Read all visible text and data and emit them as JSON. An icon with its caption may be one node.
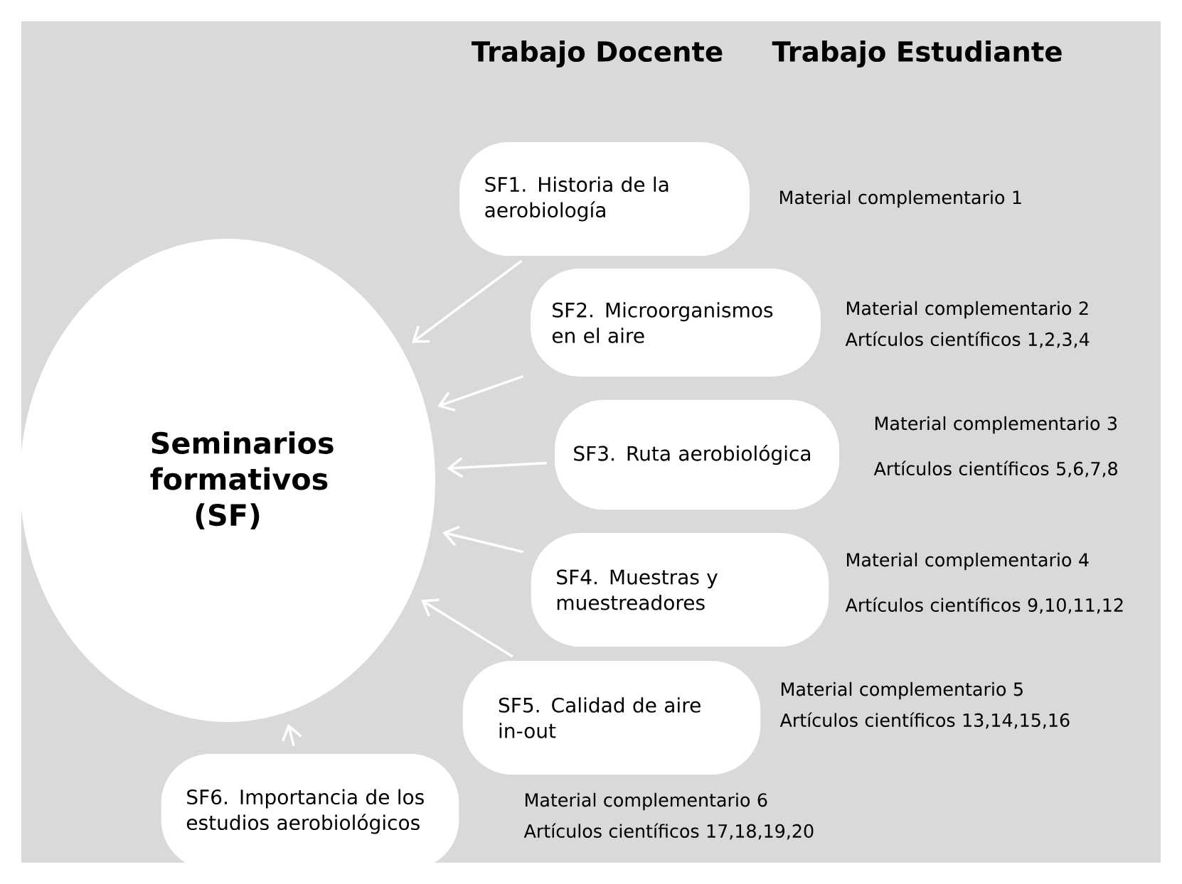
{
  "diagram": {
    "nodes": [
      {
        "text": [
          "Seminarios formativos (SF)"
        ]
      },
      {
        "text": [
          "SF1. Historia de la aerobiología"
        ],
        "beside": [
          "Material complementario 1"
        ]
      },
      {
        "text": [
          "SF2. Microorganismos en el aire"
        ],
        "beside": [
          "Material complementario 2",
          "Artículos científicos 1,2,3,4"
        ]
      },
      {
        "text": [
          "SF3. Ruta aerobiológica"
        ],
        "beside": [
          "Material complementario 3",
          "Artículos científicos 5,6,7,8"
        ]
      },
      {
        "text": [
          "SF4. Muestras y muestreadores"
        ],
        "beside": [
          "Material complementario 4",
          "Artículos científicos 9,10,11,12"
        ]
      },
      {
        "text": [
          "SF5. Calidad de aire in-out"
        ],
        "beside": [
          "Material complementario 5",
          "Artículos científicos 13,14,15,16"
        ]
      },
      {
        "text": [
          "SF6. Importancia de los estudios aerobiológicos"
        ],
        "beside": [
          "Material complementario 6",
          "Artículos científicos 17,18,19,20"
        ]
      }
    ],
    "edges": [
      {
        "from": 1,
        "to": 0,
        "arrow": "to"
      },
      {
        "from": 2,
        "to": 0,
        "arrow": "to"
      },
      {
        "from": 3,
        "to": 0,
        "arrow": "to"
      },
      {
        "from": 4,
        "to": 0,
        "arrow": "to"
      },
      {
        "from": 5,
        "to": 0,
        "arrow": "to"
      },
      {
        "from": 6,
        "to": 0,
        "arrow": "to"
      }
    ],
    "labels": [
      "Trabajo Docente",
      "Trabajo Estudiante"
    ]
  }
}
